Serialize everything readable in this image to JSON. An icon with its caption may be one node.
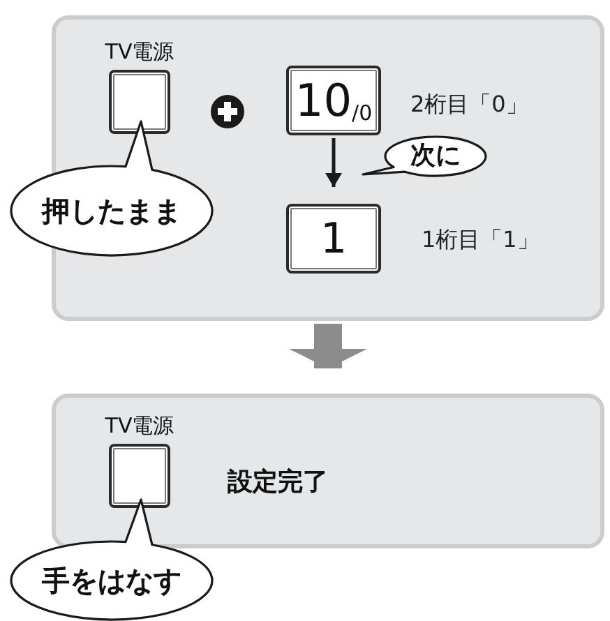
{
  "diagram": {
    "nodes": [
      {
        "text": [],
        "shape": "box"
      },
      {
        "text": [
          "TV電源"
        ],
        "in": 0
      },
      {
        "text": [
          "10$_{/0}$"
        ],
        "in": 0,
        "beside": [
          "2桁目「0」"
        ]
      },
      {
        "text": [
          "1"
        ],
        "in": 0,
        "beside": [
          "1桁目「1」"
        ]
      },
      {
        "text": [
          "押したまま"
        ]
      },
      {
        "text": [
          "次に"
        ],
        "in": 0
      },
      {
        "text": [
          "設定完了"
        ]
      },
      {
        "text": [
          "TV電源"
        ],
        "in": 6
      },
      {
        "text": [
          "手をはなす"
        ]
      }
    ],
    "edges": [
      {
        "from": 2,
        "to": 3,
        "arrow": "to"
      },
      {
        "from": 0,
        "to": 6,
        "arrow": "to",
        "style": "thick",
        "color": "#8c8c8c"
      }
    ]
  }
}
